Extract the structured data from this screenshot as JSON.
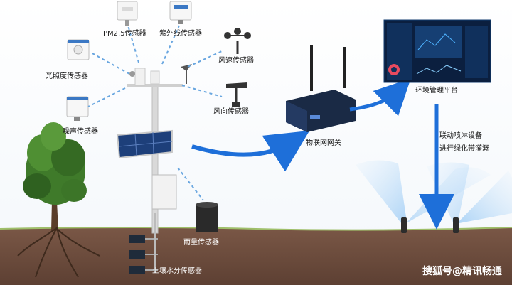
{
  "labels": {
    "pm25": "PM2.5传感器",
    "uv": "紫外线传感器",
    "light": "光照度传感器",
    "wind_speed": "风速传感器",
    "wind_dir": "风向传感器",
    "noise": "噪声传感器",
    "gateway": "物联网网关",
    "platform": "环境管理平台",
    "linkage_line1": "联动喷淋设备",
    "linkage_line2": "进行绿化带灌溉",
    "rain": "雨量传感器",
    "soil": "土壤水分传感器"
  },
  "watermark": "搜狐号@精讯畅通",
  "colors": {
    "accent_blue": "#1e6fd9",
    "soil_brown": "#6b4b3c",
    "dashed_line": "#6aa7e0",
    "water_spray": "#cfe6fb"
  }
}
